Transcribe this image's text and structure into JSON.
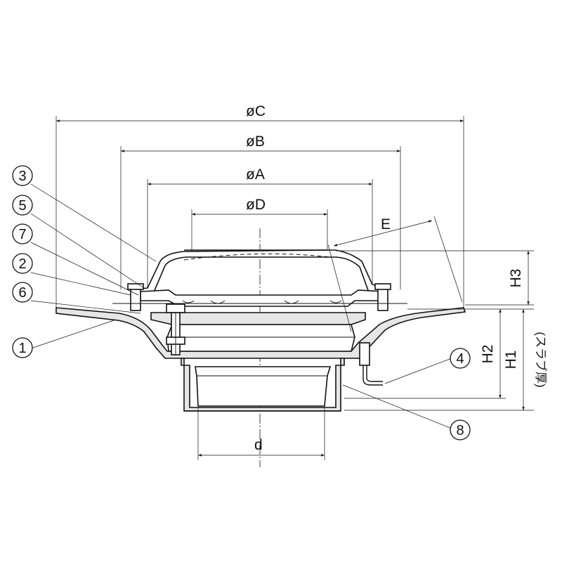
{
  "dimensions": {
    "dia_C": "øC",
    "dia_B": "øB",
    "dia_A": "øA",
    "dia_D": "øD",
    "E": "E",
    "H3": "H3",
    "H2": "H2",
    "H1": "H1",
    "slab": "(スラブ厚)",
    "d": "d"
  },
  "parts": {
    "p3": "3",
    "p5": "5",
    "p7": "7",
    "p2": "2",
    "p6": "6",
    "p1": "1",
    "p4": "4",
    "p8": "8"
  }
}
